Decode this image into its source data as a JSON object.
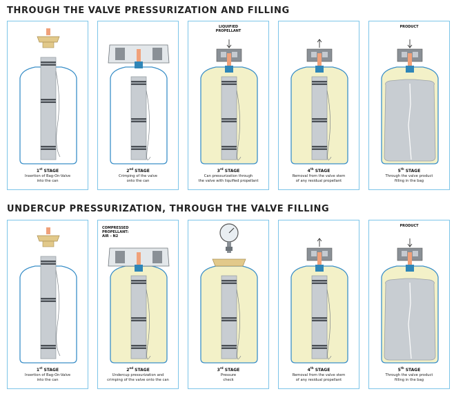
{
  "sections": [
    {
      "title": "THROUGH THE VALVE PRESSURIZATION AND FILLING",
      "panels": [
        {
          "num": "1",
          "sup": "st",
          "stage_word": "STAGE",
          "desc1": "Insertion of Bag-On-Valve",
          "desc2": "into the can",
          "top_label": ""
        },
        {
          "num": "2",
          "sup": "nd",
          "stage_word": "STAGE",
          "desc1": "Crimping of the valve",
          "desc2": "onto the can",
          "top_label": ""
        },
        {
          "num": "3",
          "sup": "rd",
          "stage_word": "STAGE",
          "desc1": "Can pressurization through",
          "desc2": "the valve with liquified propellant",
          "top_label": "LIQUIFIED\nPROPELLANT"
        },
        {
          "num": "4",
          "sup": "th",
          "stage_word": "STAGE",
          "desc1": "Removal from the valve stem",
          "desc2": "of any residual propellant",
          "top_label": ""
        },
        {
          "num": "5",
          "sup": "th",
          "stage_word": "STAGE",
          "desc1": "Through the valve product",
          "desc2": "filling in the bag",
          "top_label": "PRODUCT"
        }
      ]
    },
    {
      "title": "UNDERCUP PRESSURIZATION, THROUGH THE VALVE FILLING",
      "panels": [
        {
          "num": "1",
          "sup": "st",
          "stage_word": "STAGE",
          "desc1": "Insertion of Bag-On-Valve",
          "desc2": "into the can",
          "top_label": ""
        },
        {
          "num": "2",
          "sup": "nd",
          "stage_word": "STAGE",
          "desc1": "Undercup pressurization and",
          "desc2": "crimping of the valve onto the can",
          "top_label": "COMPRESSED\nPROPELLANT:\nAIR – N2"
        },
        {
          "num": "3",
          "sup": "rd",
          "stage_word": "STAGE",
          "desc1": "Pressure",
          "desc2": "check",
          "top_label": ""
        },
        {
          "num": "4",
          "sup": "th",
          "stage_word": "STAGE",
          "desc1": "Removal from the valve stem",
          "desc2": "of any residual propellant",
          "top_label": ""
        },
        {
          "num": "5",
          "sup": "th",
          "stage_word": "STAGE",
          "desc1": "Through the valve product",
          "desc2": "filling in the bag",
          "top_label": "PRODUCT"
        }
      ]
    }
  ],
  "colors": {
    "panel_border": "#7cc4e8",
    "can_outline": "#3a8fc8",
    "bag_fill": "#c8cdd2",
    "band_dark": "#4a4f55",
    "band_light": "#9aa0a6",
    "cup_gold": "#e2c98a",
    "valve_orange": "#f0a17a",
    "valve_blue": "#2f86b8",
    "head_grey": "#8a9096",
    "propellant_yellow": "#f3f1c8"
  }
}
